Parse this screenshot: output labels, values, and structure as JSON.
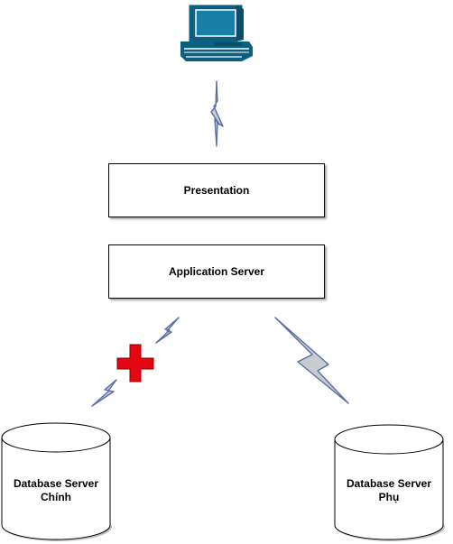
{
  "nodes": {
    "client": {
      "icon": "desktop-computer-icon"
    },
    "presentation": {
      "label": "Presentation"
    },
    "application_server": {
      "label": "Application Server"
    },
    "db_primary": {
      "line1": "Database Server",
      "line2": "Chính"
    },
    "db_secondary": {
      "line1": "Database Server",
      "line2": "Phụ"
    }
  },
  "links": [
    {
      "from": "client",
      "to": "presentation",
      "style": "lightning",
      "status": "ok"
    },
    {
      "from": "application_server",
      "to": "db_primary",
      "style": "lightning",
      "status": "broken",
      "marker": "red-cross-icon"
    },
    {
      "from": "application_server",
      "to": "db_secondary",
      "style": "lightning",
      "status": "ok"
    }
  ],
  "colors": {
    "computer": "#0b5f7f",
    "computer_screen": "#1a7fa6",
    "lightning_fill": "#c8cbd0",
    "lightning_stroke": "#5a6fa8",
    "cross": "#e30613",
    "border": "#000000"
  }
}
